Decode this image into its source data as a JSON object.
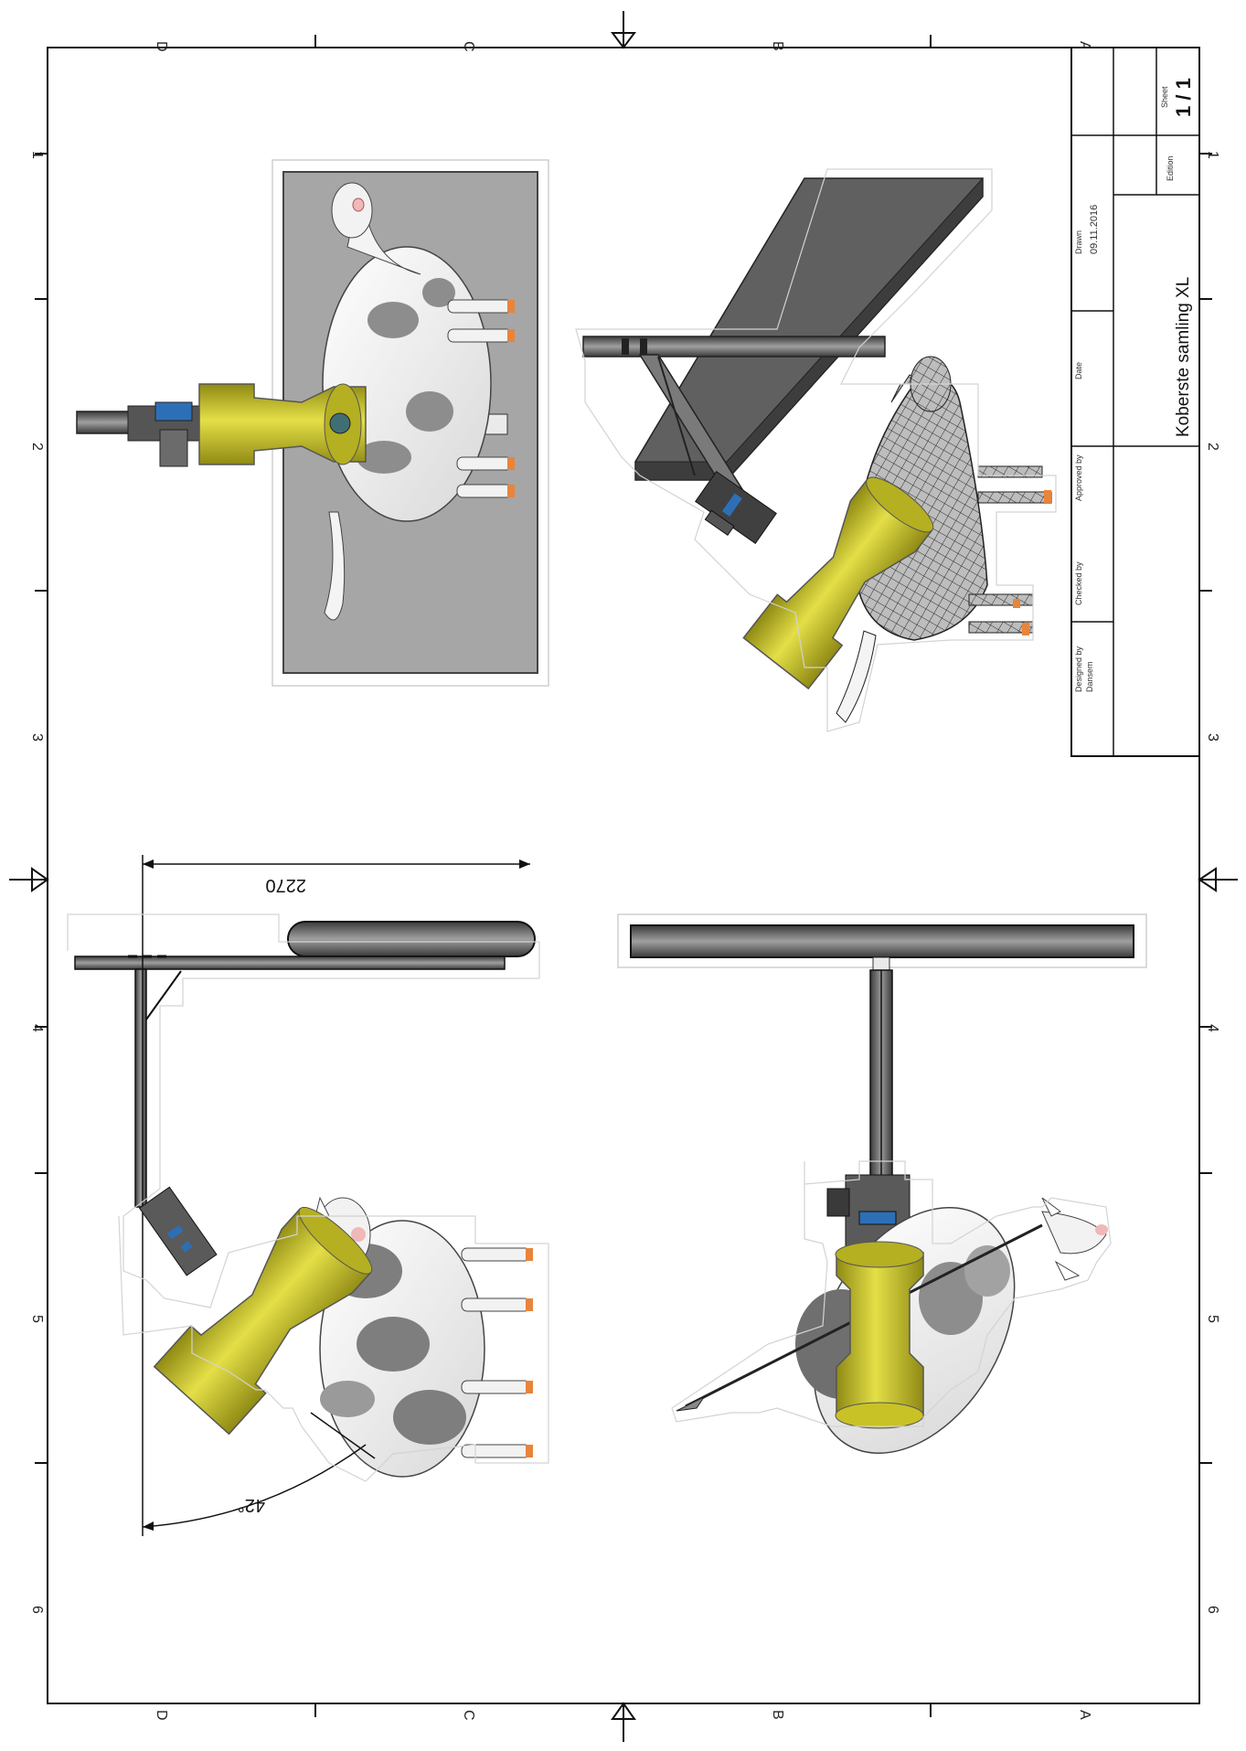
{
  "drawing": {
    "row_labels": [
      "D",
      "C",
      "B",
      "A"
    ],
    "column_labels": [
      "1",
      "2",
      "3",
      "4",
      "5",
      "6"
    ],
    "dimensions": {
      "length": "2270",
      "angle": "42°"
    }
  },
  "title_block": {
    "title": "Koberste samling XL",
    "date_label": "Date",
    "date_value": "09.11.2016",
    "drawn_label": "Drawn",
    "designed_by_label": "Designed by",
    "designed_by_value": "Dansem",
    "checked_by_label": "Checked by",
    "approved_by_label": "Approved by",
    "edition_label": "Edition",
    "sheet_label": "Sheet",
    "sheet_value": "1 / 1"
  },
  "colors": {
    "yellow": "#c8c227",
    "yellow_dark": "#8f8a14",
    "floor": "#a6a6a6",
    "steel": "#5c5c5c",
    "frame": "#111111"
  }
}
